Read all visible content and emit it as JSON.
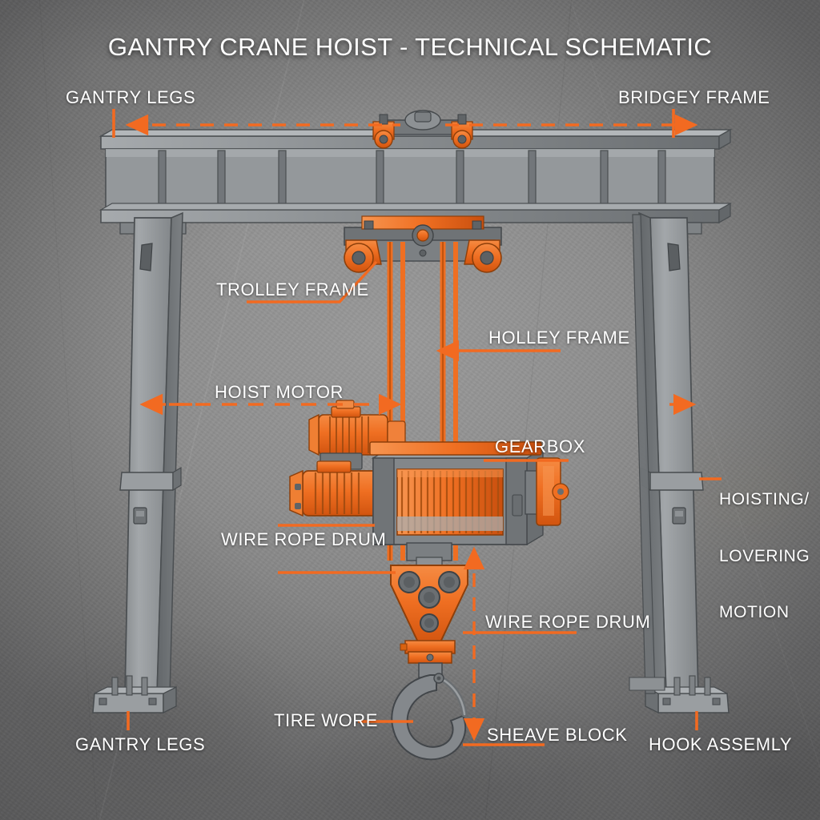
{
  "meta": {
    "title": "GANTRY CRANE HOIST - TECHNICAL SCHEMATIC",
    "accent_color": "#F26A21",
    "label_color": "#FFFFFF",
    "background_color": "#8C8C8C",
    "steel_color": "#8A8D90"
  },
  "labels": {
    "gantry_legs_top": "GANTRY LEGS",
    "bridgey_frame": "BRIDGEY FRAME",
    "trolley_frame": "TROLLEY FRAME",
    "holley_frame": "HOLLEY FRAME",
    "hoist_motor": "HOIST MOTOR",
    "gearbox": "GEARBOX",
    "wire_rope_drum_left": "WIRE ROPE DRUM",
    "wire_rope_drum_right": "WIRE ROPE DRUM",
    "hoisting_lovering_motion_line1": "HOISTING/",
    "hoisting_lovering_motion_line2": "LOVERING",
    "hoisting_lovering_motion_line3": "MOTION",
    "tire_wore": "TIRE WORE",
    "sheave_block": "SHEAVE BLOCK",
    "gantry_legs_bottom": "GANTRY LEGS",
    "hook_assembly": "HOOK ASSEMLY"
  },
  "components": [
    {
      "name": "bridge-girder",
      "label": "BRIDGEY FRAME"
    },
    {
      "name": "gantry-leg-left",
      "label": "GANTRY LEGS"
    },
    {
      "name": "gantry-leg-right",
      "label": "GANTRY LEGS"
    },
    {
      "name": "trolley",
      "label": "TROLLEY FRAME"
    },
    {
      "name": "hoist-motor",
      "label": "HOIST MOTOR"
    },
    {
      "name": "gearbox",
      "label": "GEARBOX"
    },
    {
      "name": "wire-rope-drum",
      "label": "WIRE ROPE DRUM"
    },
    {
      "name": "hook-block",
      "label": "HOOK ASSEMLY"
    },
    {
      "name": "sheave-block",
      "label": "SHEAVE BLOCK"
    }
  ]
}
